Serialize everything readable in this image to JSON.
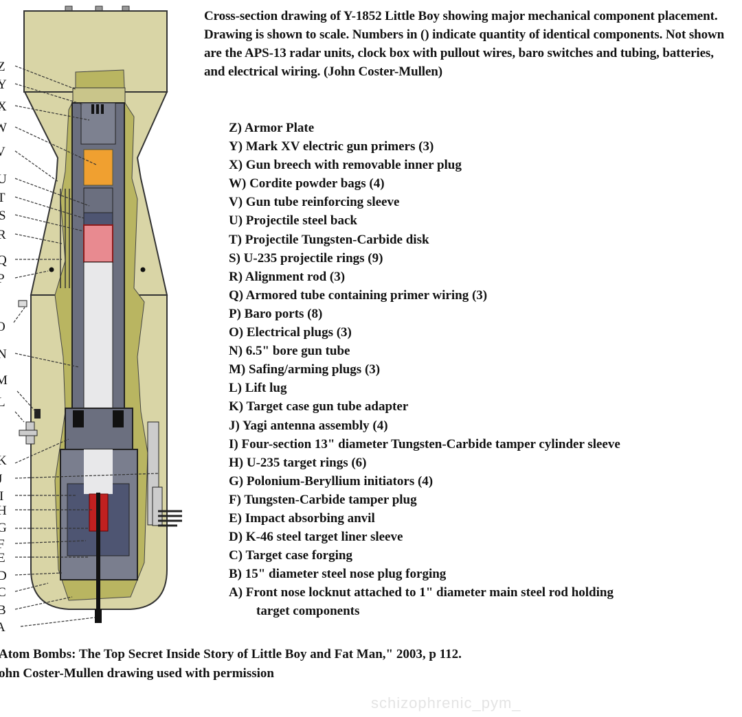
{
  "caption": "Cross-section drawing of Y-1852 Little Boy showing major mechanical component placement. Drawing is shown to scale.  Numbers in () indicate quantity of identical components.  Not shown are the APS-13 radar units, clock box with pullout wires, baro switches and tubing, batteries, and electrical wiring.  (John Coster-Mullen)",
  "diagram_letters": [
    "Z",
    "Y",
    "X",
    "W",
    "V",
    "U",
    "T",
    "S",
    "R",
    "Q",
    "P",
    "O",
    "N",
    "M",
    "L",
    "K",
    "J",
    "I",
    "H",
    "G",
    "F",
    "E",
    "D",
    "C",
    "B",
    "A"
  ],
  "legend": [
    "Z) Armor Plate",
    "Y)  Mark XV electric gun primers (3)",
    "X)  Gun breech with removable inner plug",
    "W) Cordite powder bags (4)",
    "V)  Gun tube reinforcing sleeve",
    "U)  Projectile steel back",
    "T)  Projectile Tungsten-Carbide disk",
    "S)  U-235 projectile rings (9)",
    "R)  Alignment rod (3)",
    "Q)  Armored tube containing primer wiring (3)",
    "P)  Baro ports (8)",
    "O)  Electrical plugs (3)",
    "N)  6.5\" bore gun tube",
    "M) Safing/arming plugs (3)",
    "L)  Lift lug",
    "K) Target case gun tube adapter",
    "J)  Yagi antenna assembly (4)",
    "I)   Four-section 13\" diameter Tungsten-Carbide tamper cylinder sleeve",
    "H)  U-235 target rings (6)",
    "G)  Polonium-Beryllium initiators (4)",
    "F)  Tungsten-Carbide tamper plug",
    "E)  Impact absorbing anvil",
    "D)  K-46 steel target liner sleeve",
    "C)  Target case forging",
    "B)  15\" diameter steel nose plug forging",
    "A)  Front nose locknut attached to 1\" diameter main steel rod holding"
  ],
  "legend_continuation": "target components",
  "source_line1": "Atom Bombs: The Top Secret Inside Story of Little Boy and Fat Man,\" 2003, p 112.",
  "source_line2": "ohn Coster-Mullen drawing used with permission",
  "watermark": "schizophrenic_pym_",
  "colors": {
    "casing": "#d8d3a4",
    "fill": "#b9b561",
    "steel": "#6b6f7f",
    "powder": "#f0a030",
    "projectile": "#e07a80",
    "target": "#c02020",
    "tamper": "#4e5572"
  }
}
